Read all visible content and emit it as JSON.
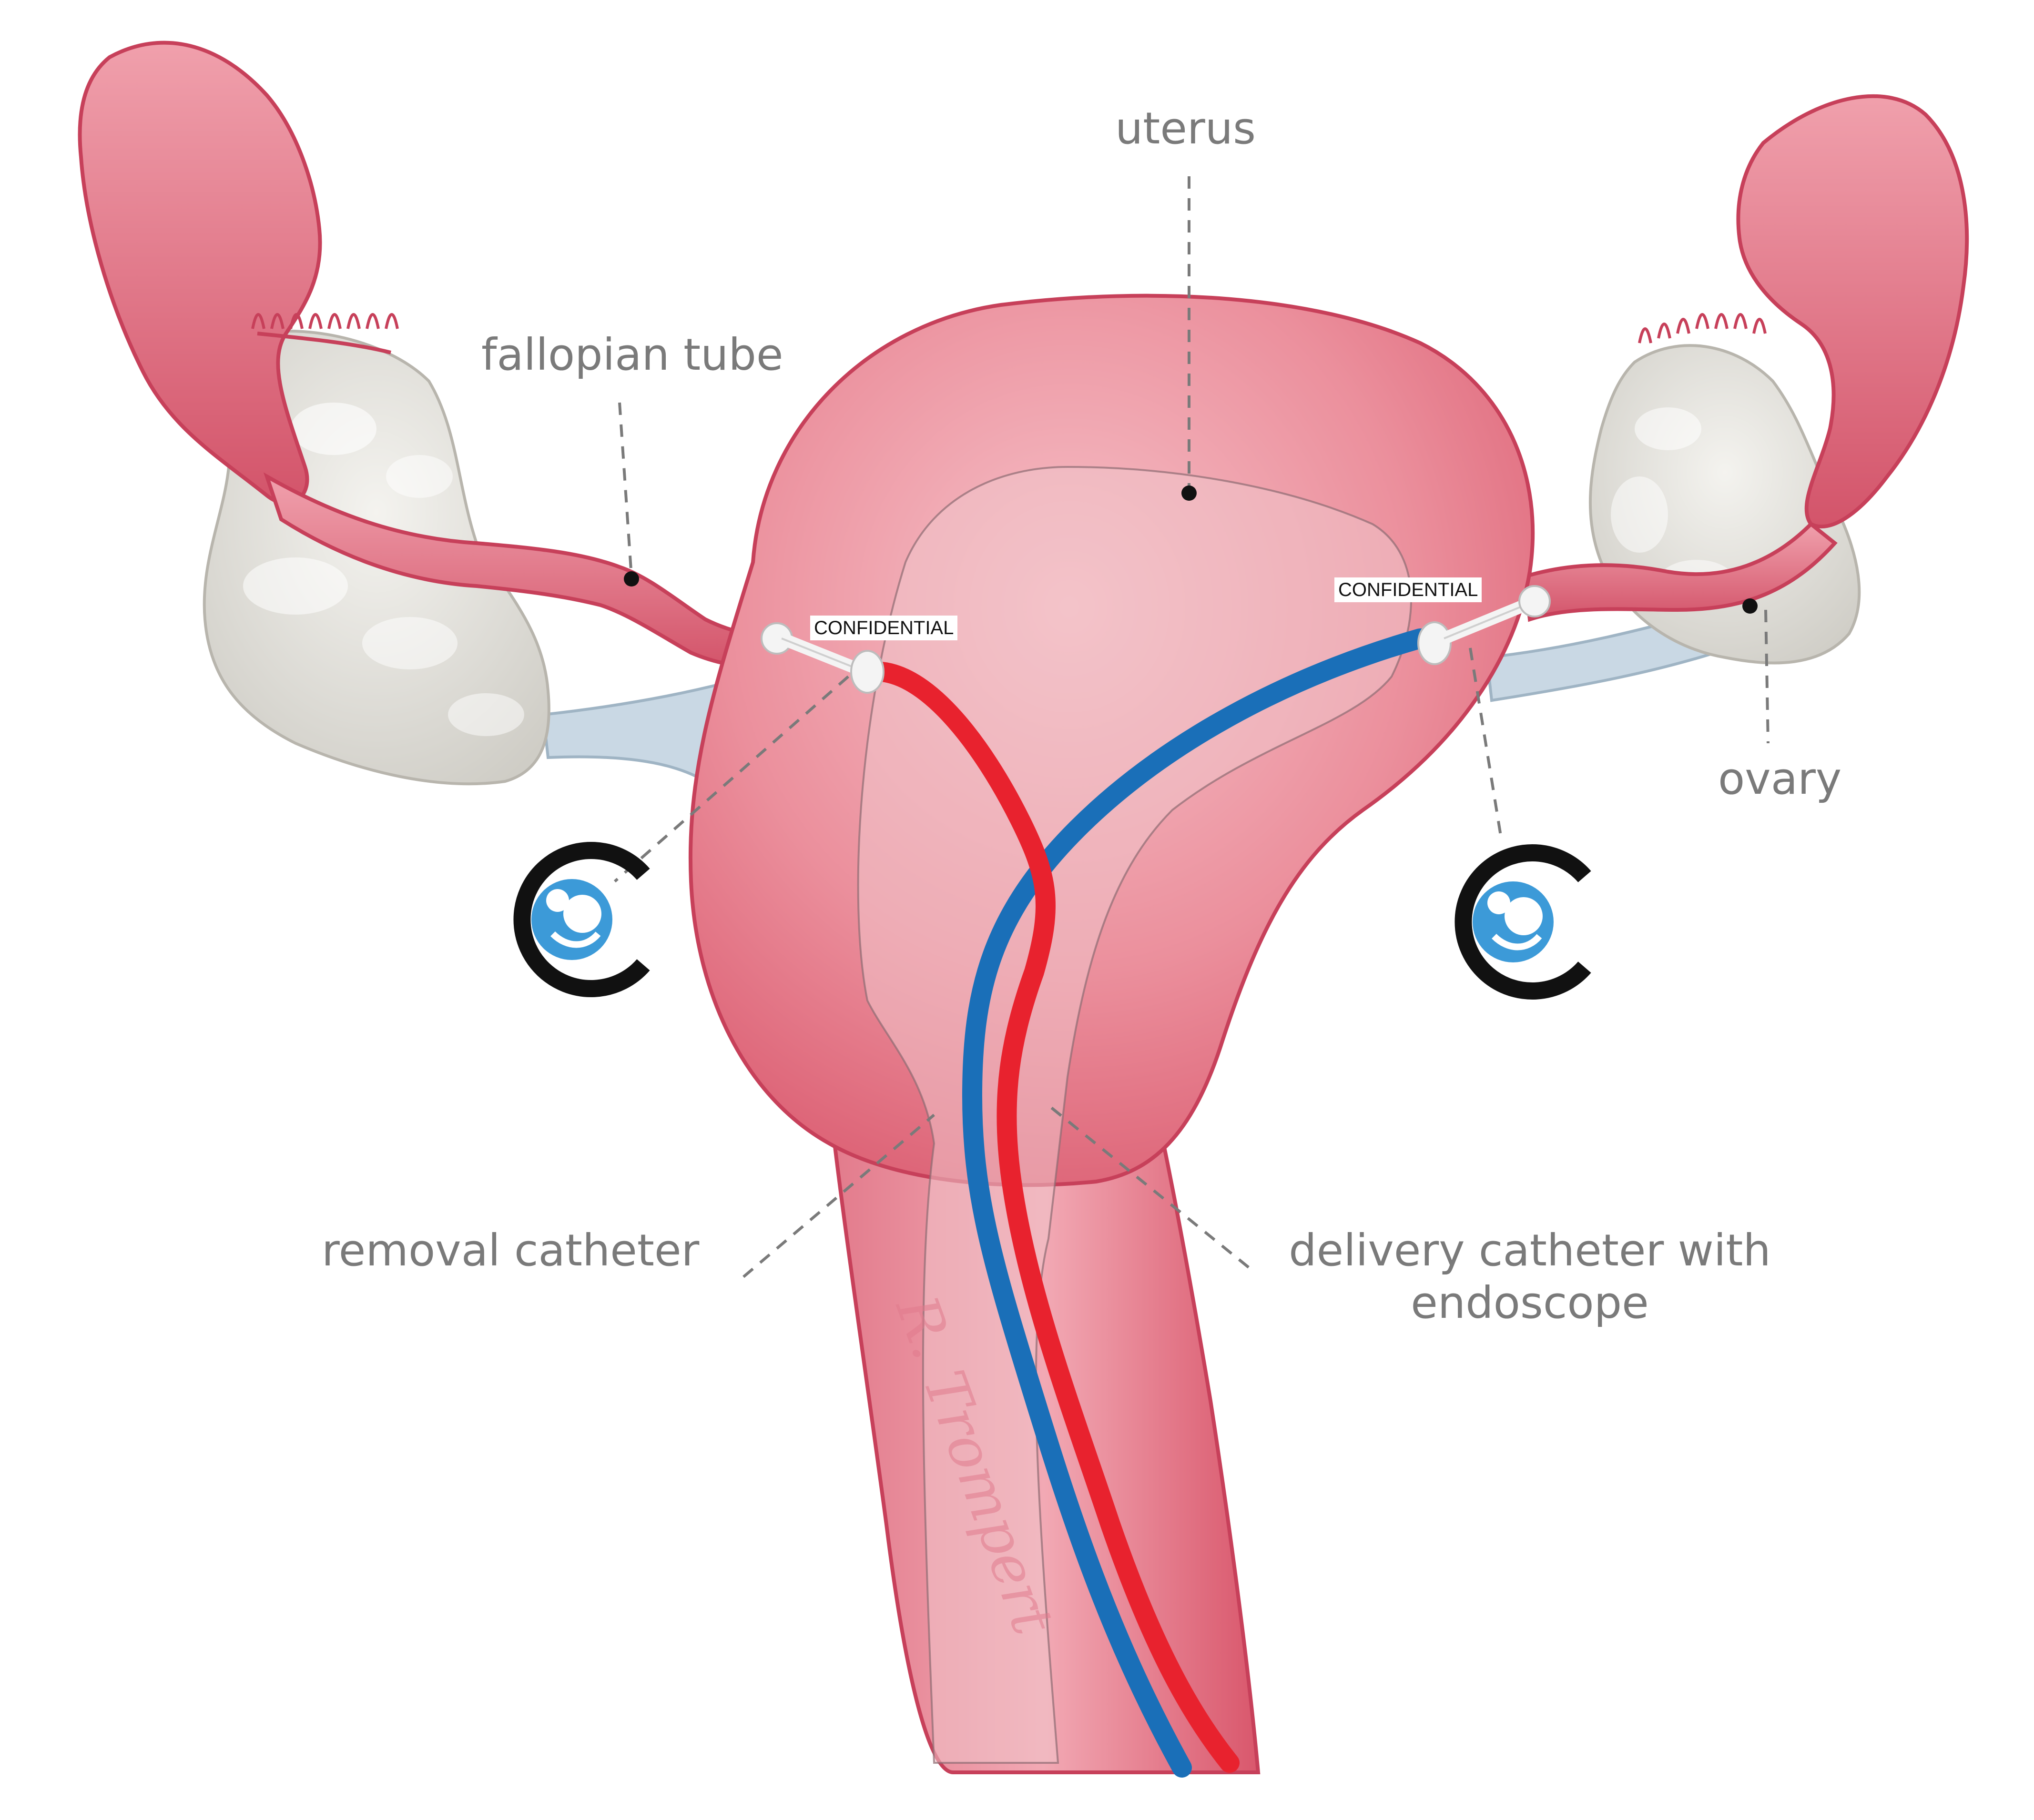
{
  "labels": {
    "uterus": "uterus",
    "fallopian_tube": "fallopian tube",
    "ovary": "ovary",
    "removal_catheter": "removal catheter",
    "delivery_catheter_line1": "delivery catheter with",
    "delivery_catheter_line2": "endoscope"
  },
  "device_tags": {
    "left": "CONFIDENTIAL",
    "right": "CONFIDENTIAL"
  },
  "signature": "R. Trompert",
  "colors": {
    "tissue": "#e8818f",
    "tissue_dark": "#cf4a63",
    "tissue_light": "#f3b3bd",
    "ovary": "#dedcd6",
    "ligament": "#c7d6e2",
    "label_text": "#7a7a7a",
    "removal_catheter": "#e8222e",
    "delivery_catheter": "#1a6fb8",
    "logo_ring": "#111111",
    "logo_fill": "#3c9ad8"
  },
  "icons": [
    "embryo-logo-icon",
    "embryo-logo-icon"
  ]
}
